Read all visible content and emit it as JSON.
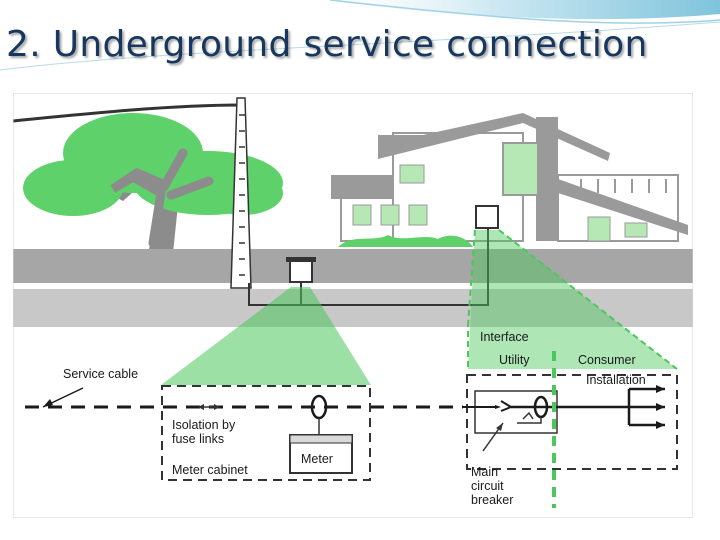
{
  "slide": {
    "title": "2. Underground service connection"
  },
  "diagram": {
    "labels": {
      "service_cable": "Service cable",
      "isolation_line1": "Isolation by",
      "isolation_line2": "fuse links",
      "meter_cabinet": "Meter cabinet",
      "meter": "Meter",
      "interface": "Interface",
      "utility": "Utility",
      "consumer": "Consumer",
      "installation": "Installation",
      "main_line1": "Main",
      "main_line2": "circuit",
      "main_line3": "breaker"
    },
    "colors": {
      "title": "#17375e",
      "road": "#a6a6a6",
      "house_gray": "#9a9a9a",
      "house_green": "#b5e8b5",
      "highlight_green": "#4cc75c",
      "tree_green": "#5ed16a",
      "trunk": "#8c8c8c"
    }
  }
}
